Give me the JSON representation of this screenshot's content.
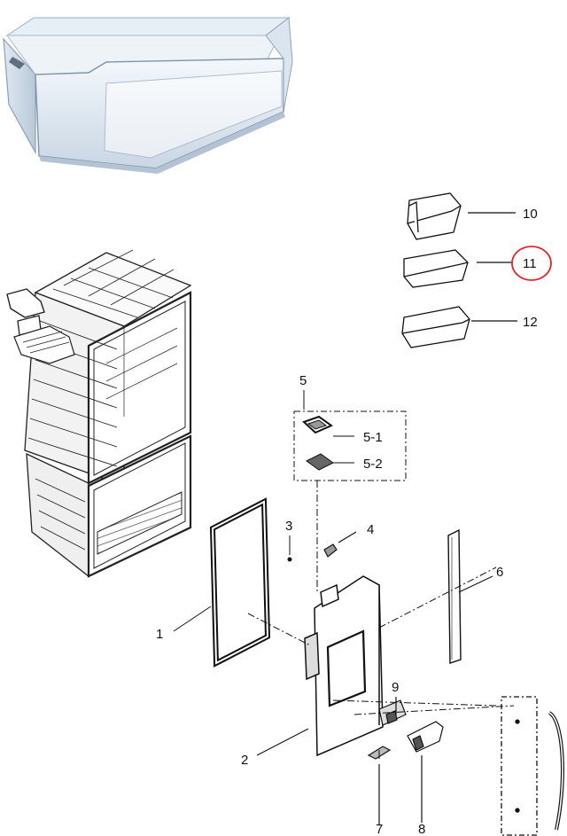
{
  "diagram": {
    "highlight_color": "#e0282e",
    "highlighted_part": "11",
    "photo": {
      "subject": "door-bin-photo"
    },
    "callouts": {
      "c1": "1",
      "c2": "2",
      "c3": "3",
      "c4": "4",
      "c5": "5",
      "c5_1": "5-1",
      "c5_2": "5-2",
      "c6": "6",
      "c7": "7",
      "c8": "8",
      "c9": "9",
      "c10": "10",
      "c11": "11",
      "c12": "12"
    }
  }
}
